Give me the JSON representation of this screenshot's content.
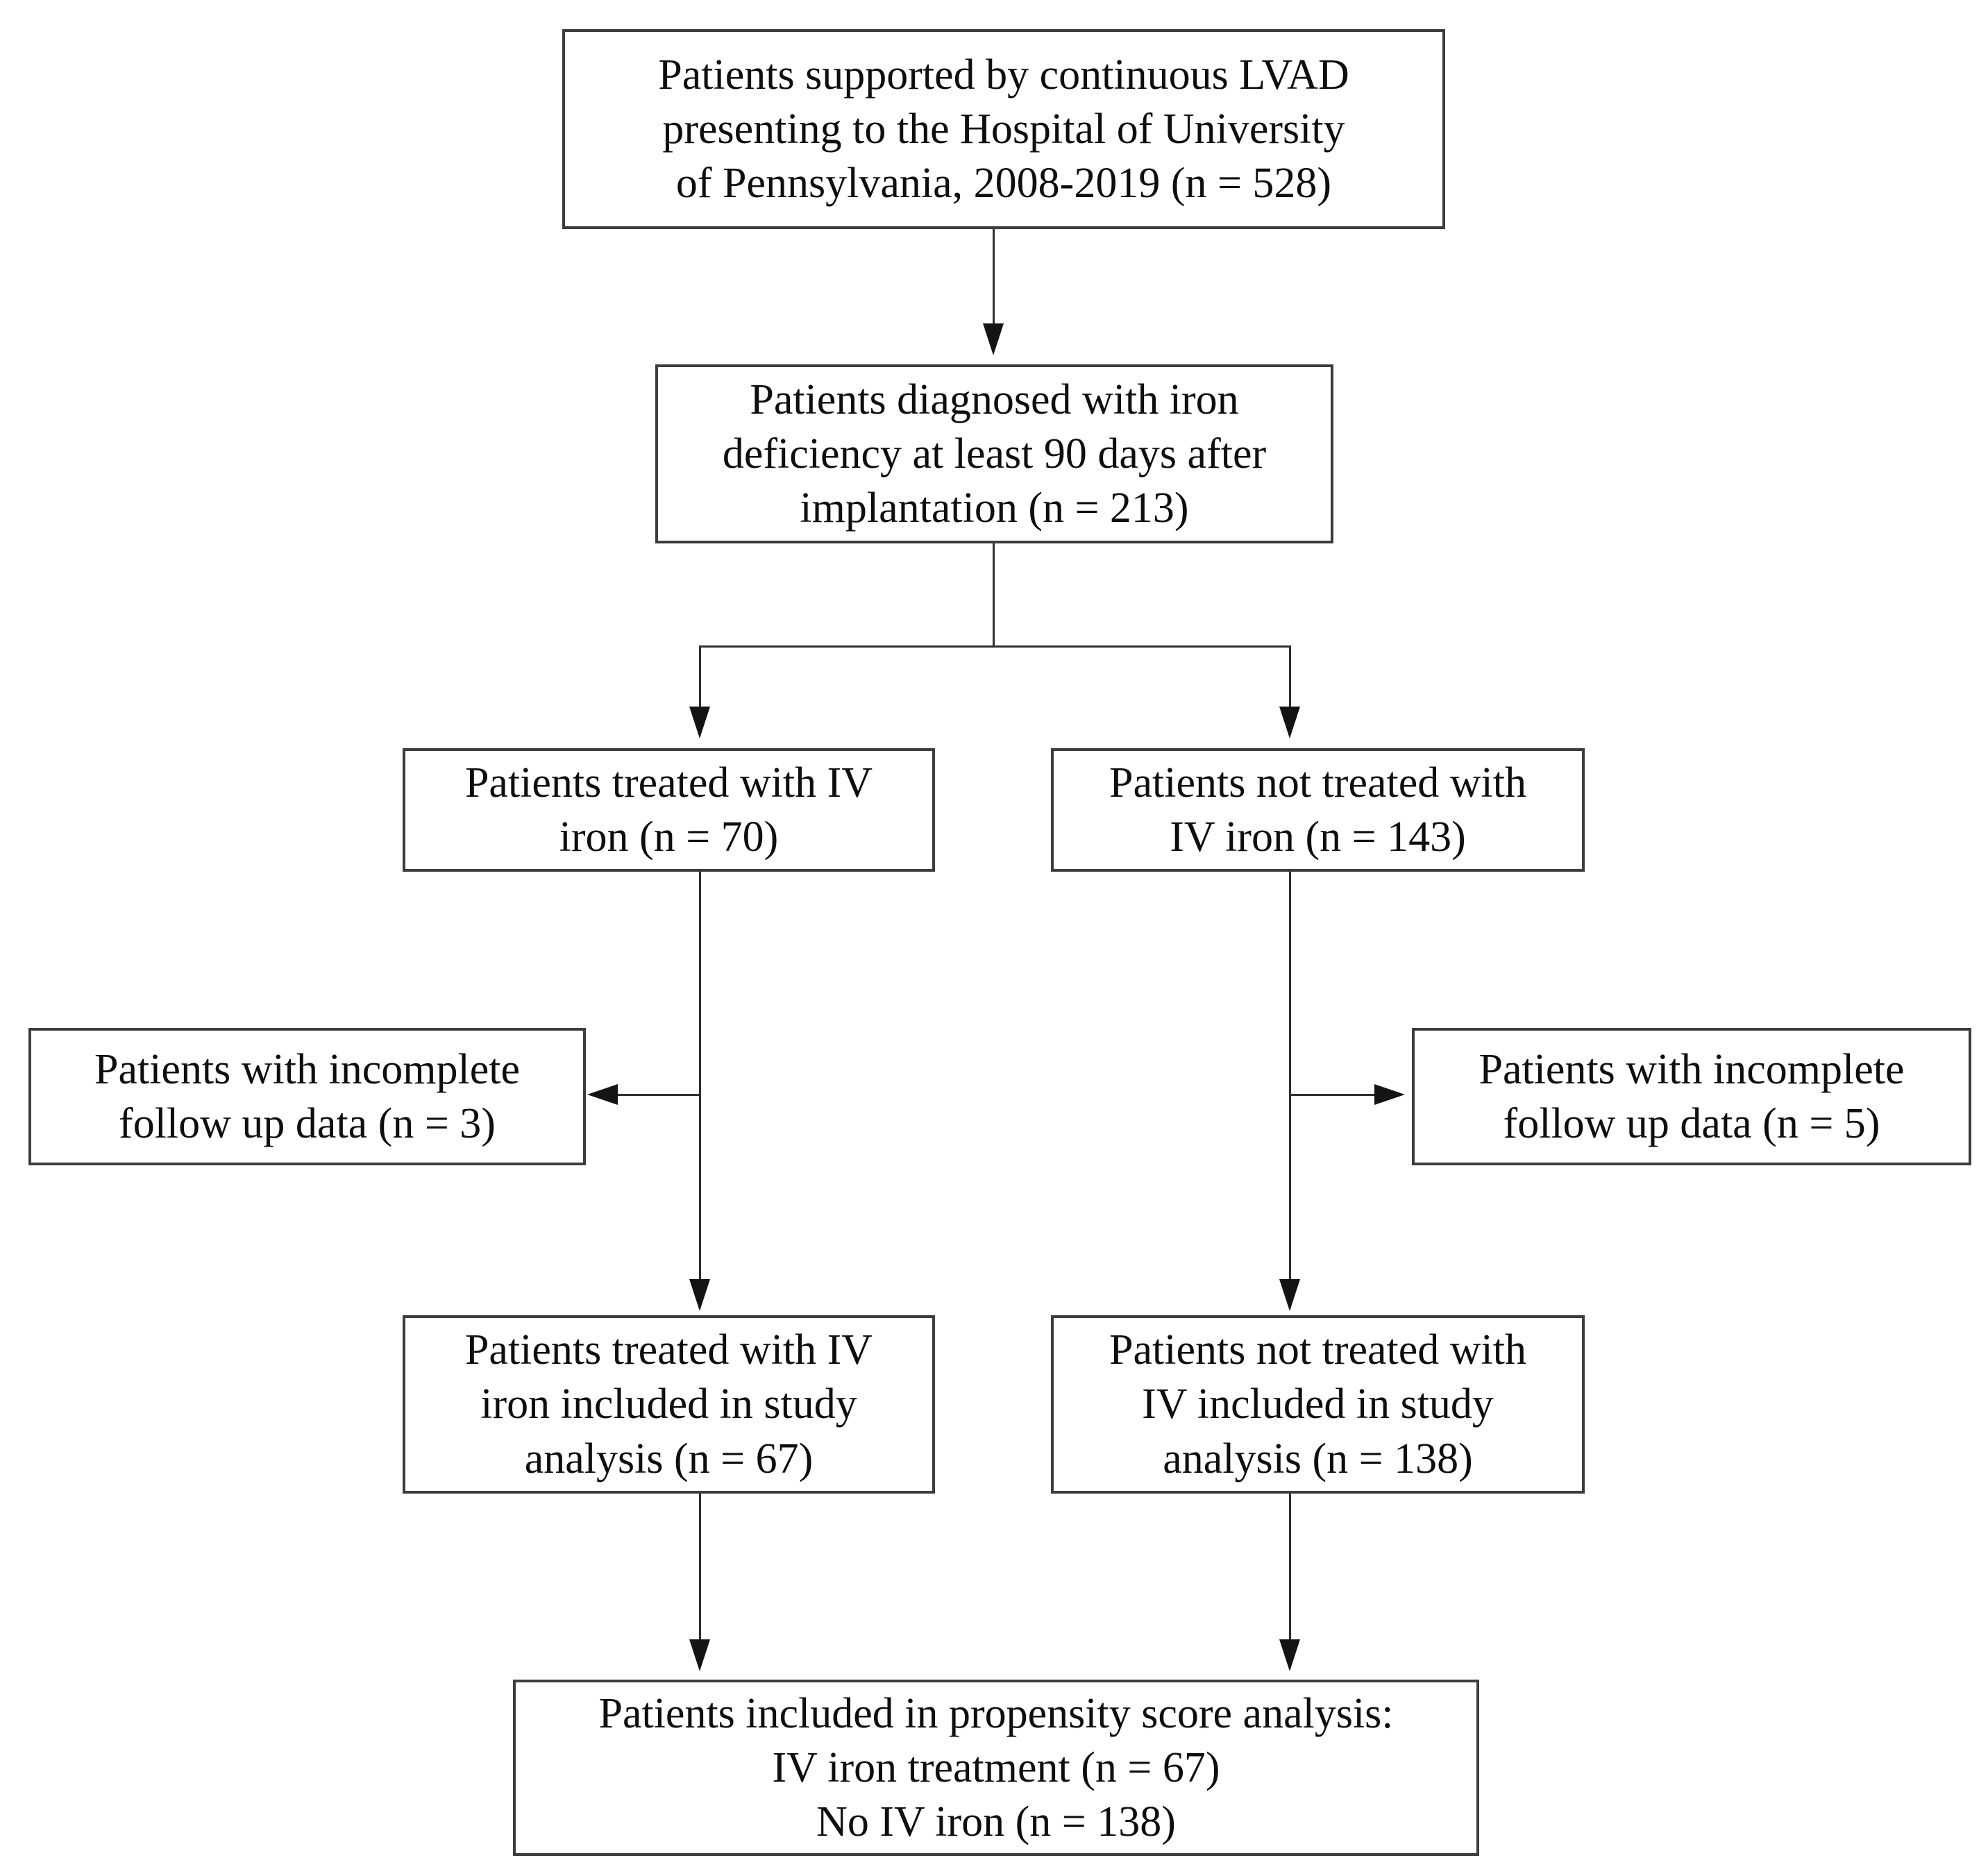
{
  "figure": {
    "type": "patient-flow-diagram",
    "description": "Study enrollment flowchart for IV iron treatment in LVAD patients"
  },
  "boxes": {
    "lvad_cohort": {
      "lines": [
        "Patients supported by continuous LVAD",
        "presenting to the Hospital of University",
        "of Pennsylvania, 2008-2019 (n = 528)"
      ]
    },
    "iron_deficiency": {
      "lines": [
        "Patients diagnosed with iron",
        "deficiency at least 90 days after",
        "implantation (n = 213)"
      ]
    },
    "iv_iron": {
      "lines": [
        "Patients treated with IV",
        "iron (n = 70)"
      ]
    },
    "no_iv_iron": {
      "lines": [
        "Patients not treated with",
        "IV iron (n = 143)"
      ]
    },
    "excluded_iv": {
      "lines": [
        "Patients with incomplete",
        "follow up data (n = 3)"
      ]
    },
    "excluded_no_iv": {
      "lines": [
        "Patients with incomplete",
        "follow up data (n = 5)"
      ]
    },
    "iv_iron_included": {
      "lines": [
        "Patients treated with IV",
        "iron included in study",
        "analysis (n = 67)"
      ]
    },
    "no_iv_iron_included": {
      "lines": [
        "Patients not treated with",
        "IV included in study",
        "analysis (n = 138)"
      ]
    },
    "propensity": {
      "lines": [
        "Patients included in propensity score analysis:",
        "IV iron treatment (n = 67)",
        "No IV iron (n = 138)"
      ]
    }
  },
  "colors": {
    "background": "#ffffff",
    "box_border": "#3d3d3d",
    "connector": "#2f2f2f",
    "arrowhead": "#141414",
    "text": "#0e0e0e"
  }
}
